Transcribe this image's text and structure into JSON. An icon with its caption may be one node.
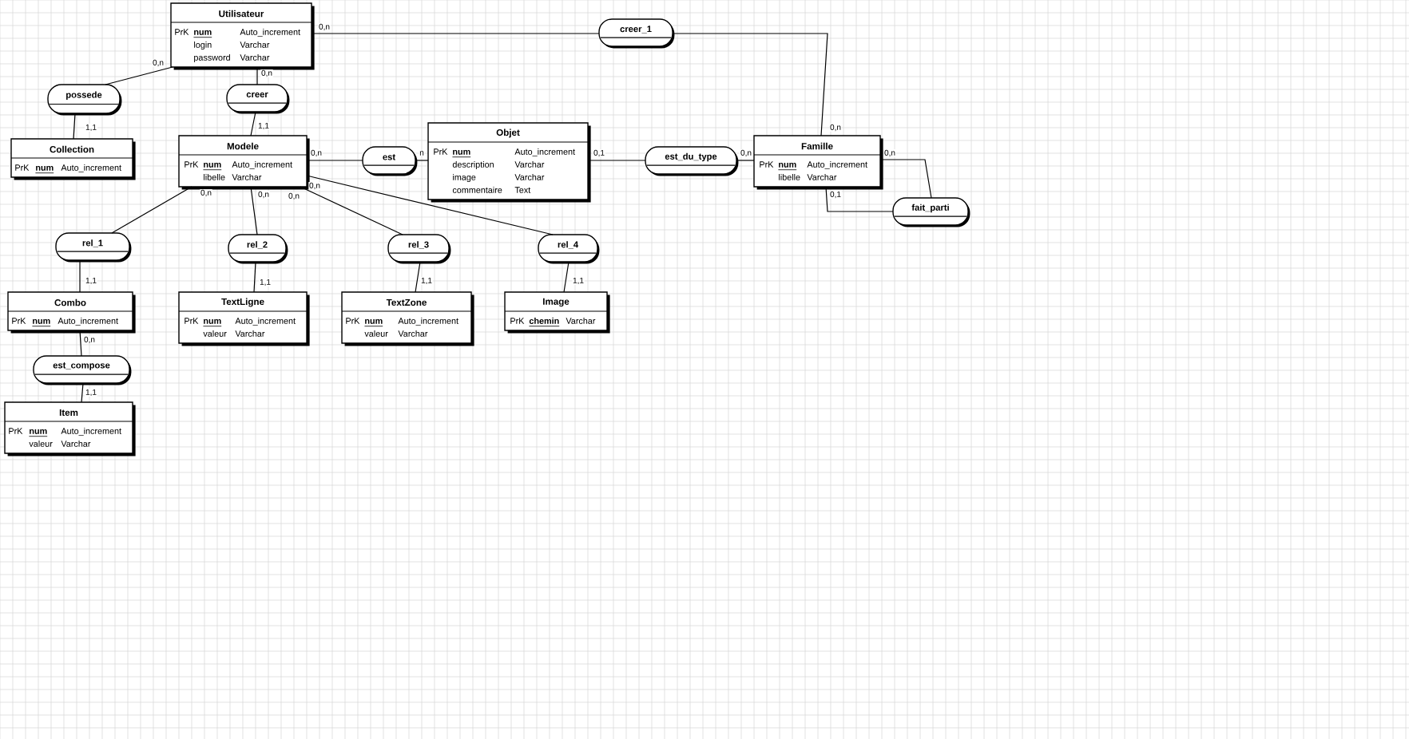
{
  "diagram": {
    "nodes": [
      {
        "text": [
          "Utilisateur",
          "PrK",
          "num",
          "Auto_increment",
          "login",
          "Varchar",
          "password",
          "Varchar"
        ]
      },
      {
        "text": [
          "creer_1"
        ]
      },
      {
        "text": [
          "possede"
        ]
      },
      {
        "text": [
          "creer"
        ]
      },
      {
        "text": [
          "Collection",
          "PrK",
          "num",
          "Auto_increment"
        ]
      },
      {
        "text": [
          "Modele",
          "PrK",
          "num",
          "Auto_increment",
          "libelle",
          "Varchar"
        ]
      },
      {
        "text": [
          "est"
        ]
      },
      {
        "text": [
          "Objet",
          "PrK",
          "num",
          "Auto_increment",
          "description",
          "Varchar",
          "image",
          "Varchar",
          "commentaire",
          "Text"
        ]
      },
      {
        "text": [
          "est_du_type"
        ]
      },
      {
        "text": [
          "Famille",
          "PrK",
          "num",
          "Auto_increment",
          "libelle",
          "Varchar"
        ]
      },
      {
        "text": [
          "fait_parti"
        ]
      },
      {
        "text": [
          "rel_1"
        ]
      },
      {
        "text": [
          "rel_2"
        ]
      },
      {
        "text": [
          "rel_3"
        ]
      },
      {
        "text": [
          "rel_4"
        ]
      },
      {
        "text": [
          "Combo",
          "PrK",
          "num",
          "Auto_increment"
        ]
      },
      {
        "text": [
          "TextLigne",
          "PrK",
          "num",
          "Auto_increment",
          "valeur",
          "Varchar"
        ]
      },
      {
        "text": [
          "TextZone",
          "PrK",
          "num",
          "Auto_increment",
          "valeur",
          "Varchar"
        ]
      },
      {
        "text": [
          "Image",
          "PrK",
          "chemin",
          "Varchar"
        ]
      },
      {
        "text": [
          "est_compose"
        ]
      },
      {
        "text": [
          "Item",
          "PrK",
          "num",
          "Auto_increment",
          "valeur",
          "Varchar"
        ]
      }
    ],
    "edges": [
      {
        "from": 0,
        "to": 2,
        "arrow": "none",
        "label": "0,n"
      },
      {
        "from": 2,
        "to": 4,
        "arrow": "none",
        "label": "1,1"
      },
      {
        "from": 0,
        "to": 3,
        "arrow": "none",
        "label": "0,n"
      },
      {
        "from": 3,
        "to": 5,
        "arrow": "none",
        "label": "1,1"
      },
      {
        "from": 0,
        "to": 1,
        "arrow": "none",
        "label": "0,n"
      },
      {
        "from": 1,
        "to": 9,
        "arrow": "none",
        "label": "0,n"
      },
      {
        "from": 5,
        "to": 6,
        "arrow": "none",
        "label": "0,n"
      },
      {
        "from": 6,
        "to": 7,
        "arrow": "none",
        "label": "n"
      },
      {
        "from": 7,
        "to": 8,
        "arrow": "none",
        "label": "0,1"
      },
      {
        "from": 8,
        "to": 9,
        "arrow": "none",
        "label": "0,n"
      },
      {
        "from": 9,
        "to": 10,
        "arrow": "none",
        "label": "0,n"
      },
      {
        "from": 9,
        "to": 10,
        "arrow": "none",
        "label": "0,1"
      },
      {
        "from": 5,
        "to": 11,
        "arrow": "none",
        "label": "0,n"
      },
      {
        "from": 11,
        "to": 15,
        "arrow": "none",
        "label": "1,1"
      },
      {
        "from": 5,
        "to": 12,
        "arrow": "none",
        "label": "0,n"
      },
      {
        "from": 12,
        "to": 16,
        "arrow": "none",
        "label": "1,1"
      },
      {
        "from": 5,
        "to": 13,
        "arrow": "none",
        "label": "0,n"
      },
      {
        "from": 13,
        "to": 17,
        "arrow": "none",
        "label": "1,1"
      },
      {
        "from": 5,
        "to": 14,
        "arrow": "none",
        "label": "0,n"
      },
      {
        "from": 14,
        "to": 18,
        "arrow": "none",
        "label": "1,1"
      },
      {
        "from": 15,
        "to": 19,
        "arrow": "none",
        "label": "0,n"
      },
      {
        "from": 19,
        "to": 20,
        "arrow": "none",
        "label": "1,1"
      }
    ]
  }
}
